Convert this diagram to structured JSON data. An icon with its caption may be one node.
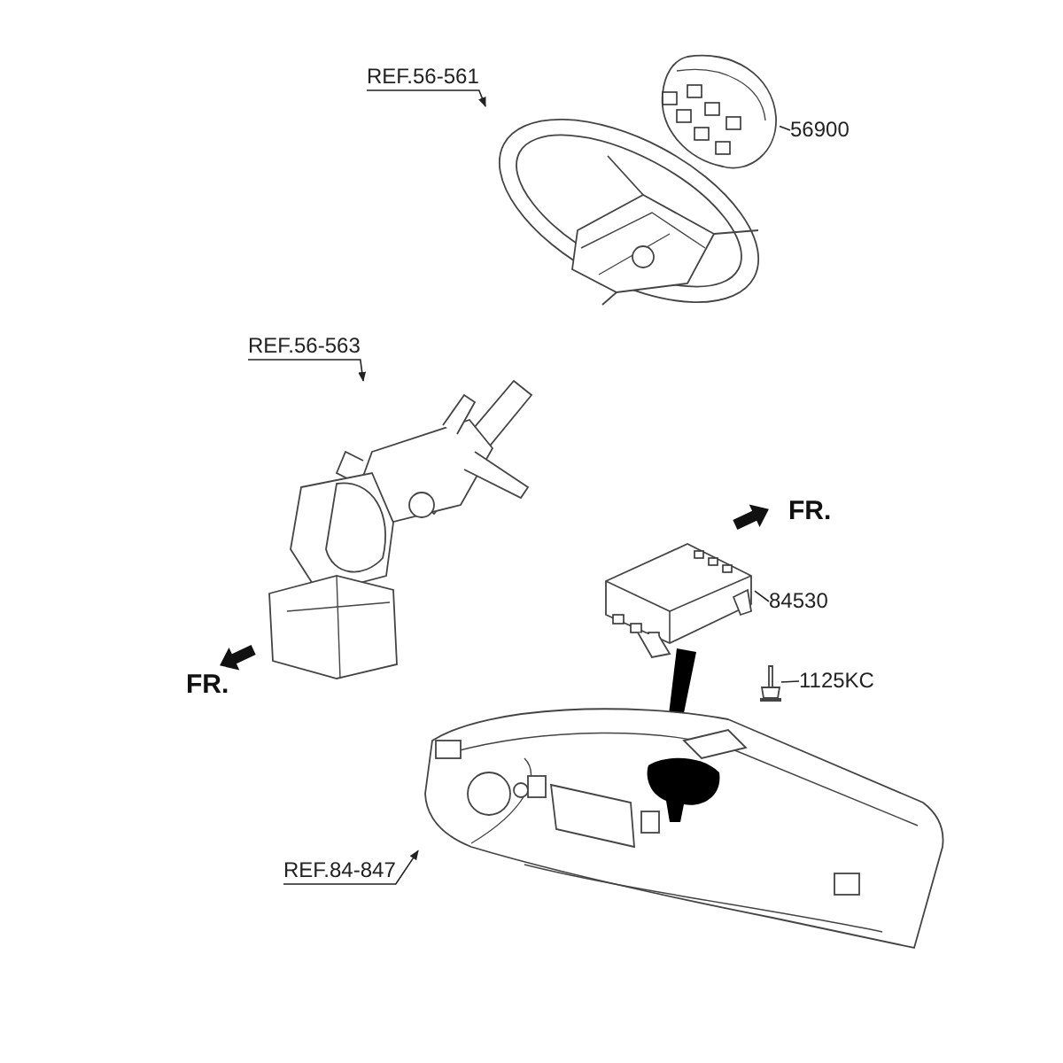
{
  "diagram": {
    "nodes": [
      {
        "text": [
          "REF.56-561"
        ]
      },
      {
        "text": [],
        "shape": "picture"
      },
      {
        "text": [],
        "shape": "picture"
      },
      {
        "text": [
          "56900"
        ]
      },
      {
        "text": [
          "REF.56-563"
        ]
      },
      {
        "text": [],
        "shape": "picture"
      },
      {
        "text": [],
        "shape": "picture"
      },
      {
        "text": [
          "84530"
        ]
      },
      {
        "text": [],
        "shape": "picture"
      },
      {
        "text": [
          "1125KC"
        ]
      },
      {
        "text": [],
        "shape": "picture"
      },
      {
        "text": [
          "REF.84-847"
        ]
      }
    ],
    "edges": [
      {
        "from": 0,
        "to": 1,
        "arrow": "to"
      },
      {
        "from": 3,
        "to": 2,
        "arrow": "none"
      },
      {
        "from": 4,
        "to": 5,
        "arrow": "to"
      },
      {
        "from": 7,
        "to": 6,
        "arrow": "none"
      },
      {
        "from": 9,
        "to": 8,
        "arrow": "none"
      },
      {
        "from": 11,
        "to": 10,
        "arrow": "to"
      }
    ],
    "labels": [
      "FR.",
      "FR."
    ]
  }
}
